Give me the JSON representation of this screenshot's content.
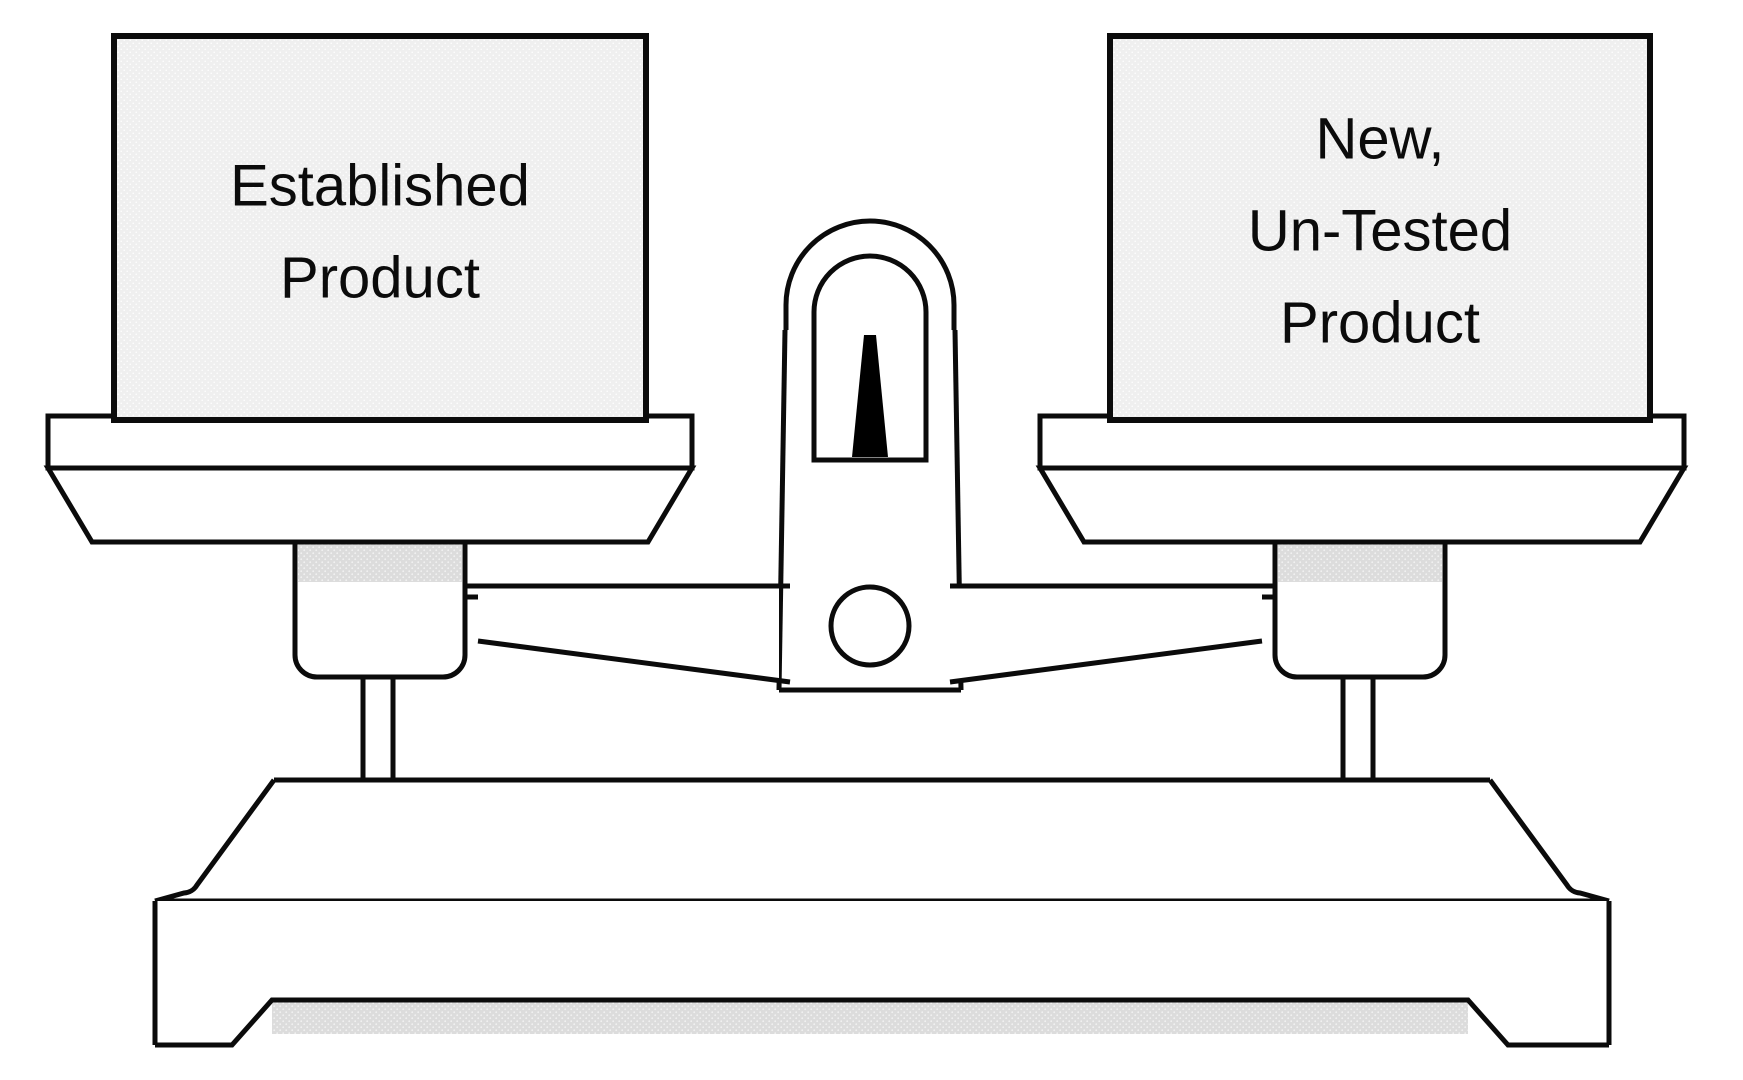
{
  "diagram": {
    "title": "Balance scale comparing two products",
    "type": "balance-scale-illustration",
    "background_color": "#ffffff",
    "stroke_color": "#0b0b0b",
    "panel_fill_color": "#efefef",
    "shadow_fill_color": "#d9d9d9",
    "needle_color": "#000000"
  },
  "left_panel": {
    "name": "established-product-panel",
    "lines": [
      "Established",
      "Product"
    ],
    "fill": "#efefef"
  },
  "right_panel": {
    "name": "new-untested-product-panel",
    "lines": [
      "New,",
      "Un-Tested",
      "Product"
    ],
    "fill": "#efefef"
  },
  "parts": {
    "left_pan_label": "left-pan",
    "right_pan_label": "right-pan",
    "beam_label": "balance-beam",
    "pivot_label": "pivot-circle",
    "needle_label": "needle-pointer",
    "needle_housing_label": "needle-housing",
    "column_label": "center-column",
    "base_label": "scale-base",
    "plinth_label": "base-plinth"
  },
  "icons": {
    "needle": "needle-pointer-icon",
    "pivot": "pivot-circle-icon"
  }
}
